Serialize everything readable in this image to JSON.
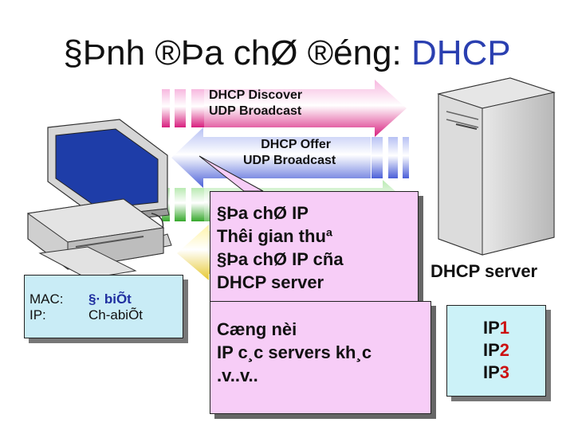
{
  "title": {
    "prefix": "§Þnh ®Þa chØ ®éng: ",
    "accent": "DHCP"
  },
  "arrows": {
    "discover": {
      "line1": "DHCP Discover",
      "line2": "UDP Broadcast"
    },
    "offer": {
      "line1": "DHCP Offer",
      "line2": "UDP Broadcast"
    }
  },
  "client": {
    "mac_key": "MAC:",
    "mac_value": "§· biÕt",
    "ip_key": "IP:",
    "ip_value": "Ch-abiÕt"
  },
  "offer_details": [
    "§Þa chØ IP",
    "Thêi gian thuª",
    "§Þa chØ IP cña",
    "DHCP server"
  ],
  "other_info": [
    "Cæng nèi",
    "IP c¸c servers kh¸c",
    ".v..v.."
  ],
  "server": {
    "label": "DHCP server"
  },
  "ip_pool": [
    {
      "prefix": "IP",
      "num": "1"
    },
    {
      "prefix": "IP",
      "num": "2"
    },
    {
      "prefix": "IP",
      "num": "3"
    }
  ],
  "colors": {
    "accent": "#2a3fb0",
    "discover_arrow": "#e0208a",
    "offer_arrow": "#4a5fd8",
    "request_arrow": "#38b030",
    "ack_arrow": "#e8d040",
    "callout": "#f7cdf7",
    "info_box": "#ccf2f8"
  },
  "icons": [
    "computer-icon",
    "server-icon"
  ]
}
